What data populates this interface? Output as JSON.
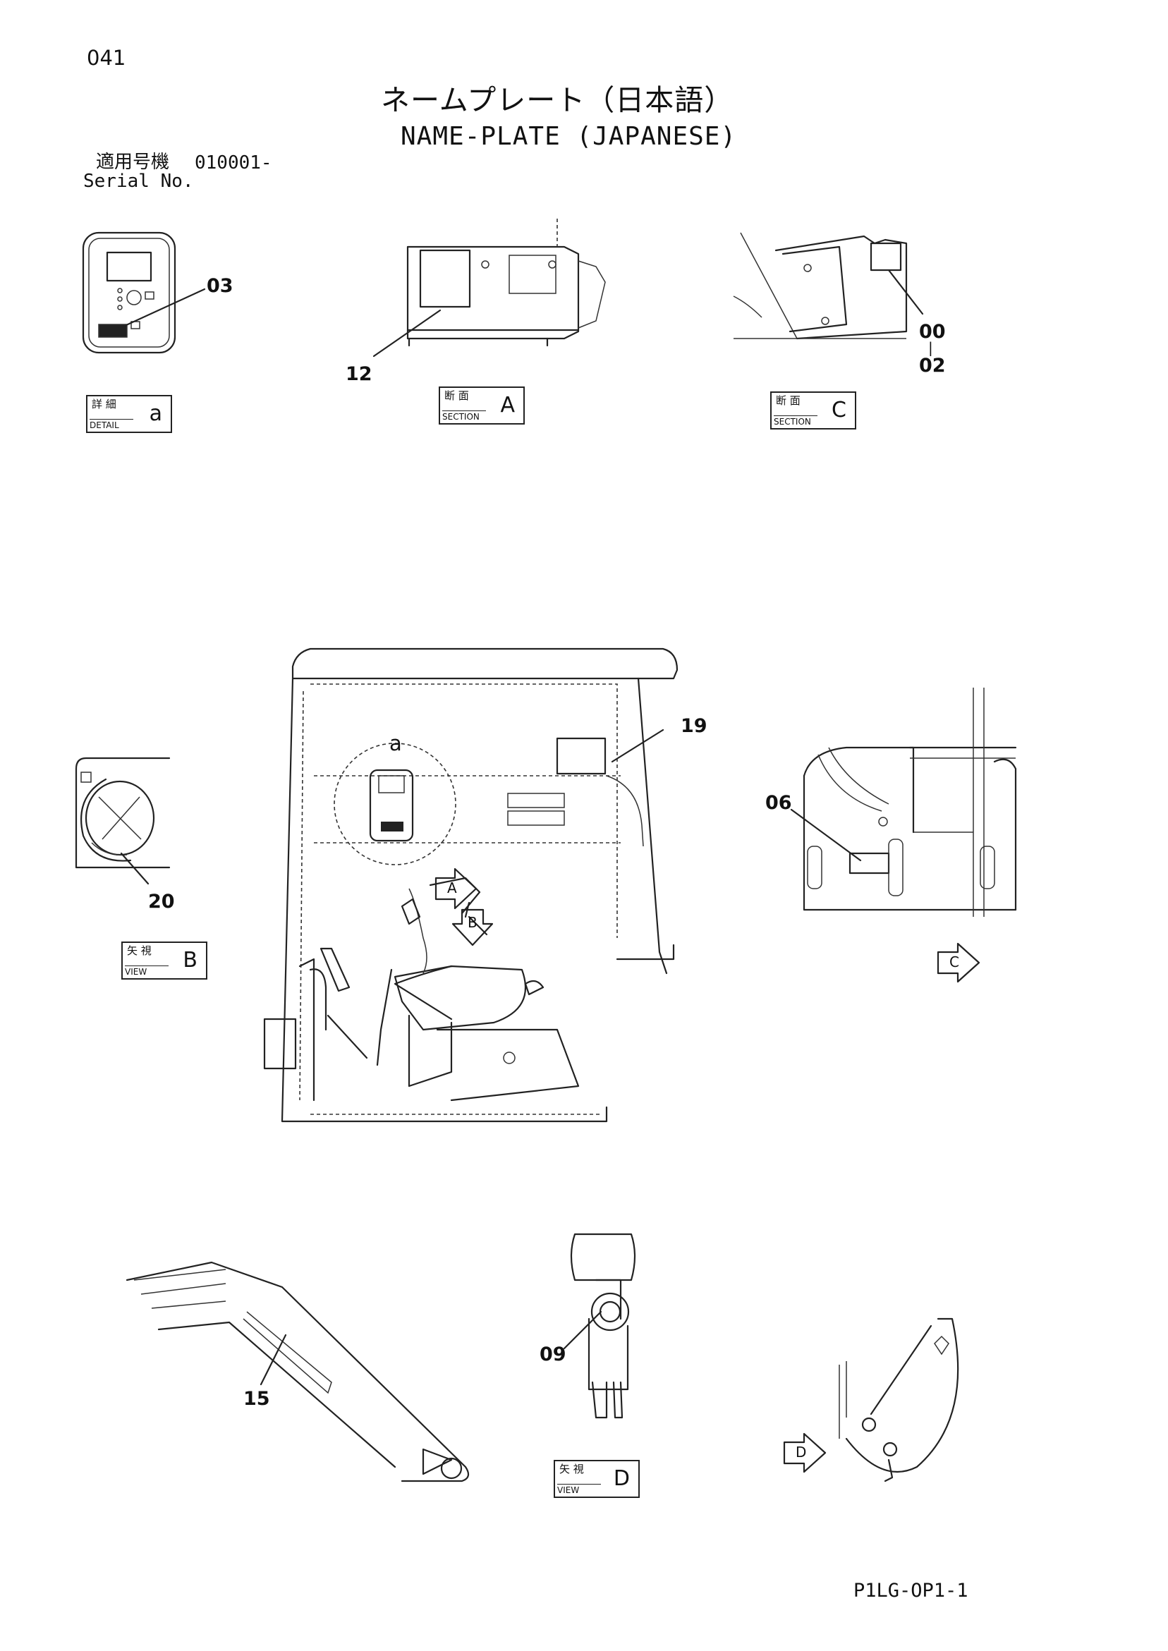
{
  "page_number": "041",
  "title_jp": "ネームプレート（日本語）",
  "title_en": "NAME-PLATE (JAPANESE)",
  "serial": {
    "label_jp": "適用号機",
    "value": "010001-",
    "label_en": "Serial No."
  },
  "doc_code": "P1LG-OP1-1",
  "view_boxes": [
    {
      "id": "detail-a",
      "kind_jp": "詳 細",
      "kind_en": "DETAIL",
      "letter": "a"
    },
    {
      "id": "section-a",
      "kind_jp": "断 面",
      "kind_en": "SECTION",
      "letter": "A"
    },
    {
      "id": "section-c",
      "kind_jp": "断 面",
      "kind_en": "SECTION",
      "letter": "C"
    },
    {
      "id": "view-b",
      "kind_jp": "矢 視",
      "kind_en": "VIEW",
      "letter": "B"
    },
    {
      "id": "view-d",
      "kind_jp": "矢 視",
      "kind_en": "VIEW",
      "letter": "D"
    }
  ],
  "callouts": [
    "03",
    "12",
    "00",
    "02",
    "19",
    "06",
    "20",
    "09",
    "15"
  ],
  "callout_separator": "|",
  "detail_marker": "a",
  "arrow_letters": [
    "A",
    "B",
    "C",
    "D"
  ]
}
